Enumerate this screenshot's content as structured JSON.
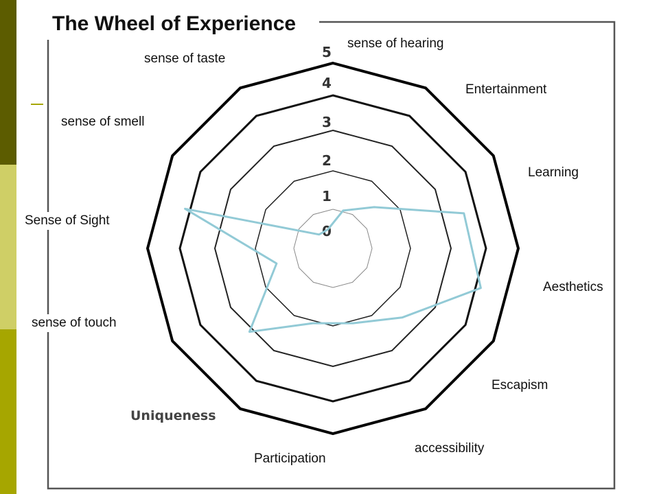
{
  "title": "The Wheel of Experience",
  "colors": {
    "sidebar_dark": "#5c5c00",
    "sidebar_light": "#cfcf66",
    "sidebar_mid": "#a6a600",
    "profile_line": "#92cad6"
  },
  "scale_labels": [
    "0",
    "1",
    "2",
    "3",
    "4",
    "5"
  ],
  "axes": [
    {
      "label": "sense of hearing",
      "score": 1
    },
    {
      "label": "Entertainment",
      "score": 1.5
    },
    {
      "label": "Learning",
      "score": 3.5
    },
    {
      "label": "Aesthetics",
      "score": 4
    },
    {
      "label": "Escapism",
      "score": 2.5
    },
    {
      "label": "accessibility",
      "score": 2
    },
    {
      "label": "Participation",
      "score": 2
    },
    {
      "label": "Uniqueness",
      "score": 3
    },
    {
      "label": "sense of touch",
      "score": 1.5
    },
    {
      "label": "Sense of Sight",
      "score": 4
    },
    {
      "label": "sense of smell",
      "score": 0.5
    },
    {
      "label": "sense of taste",
      "score": 0.5
    }
  ]
}
